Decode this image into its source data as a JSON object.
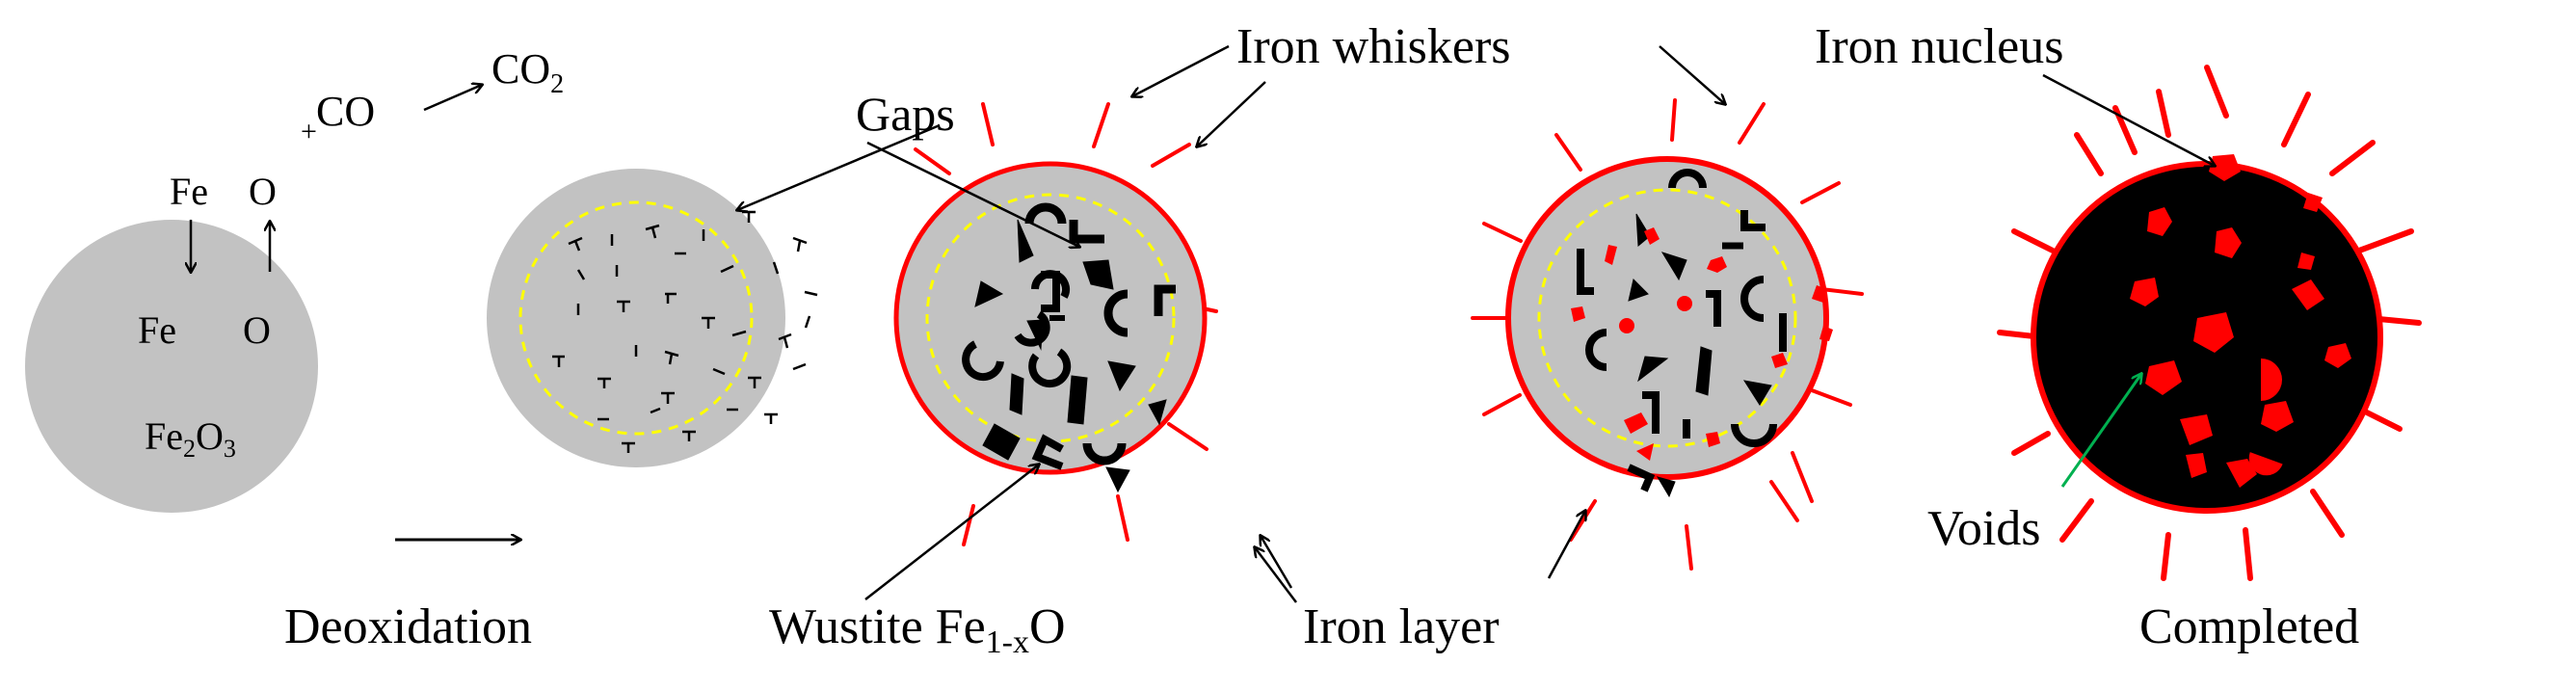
{
  "colors": {
    "oxide_gray": "#c2c2c2",
    "iron_red": "#ff0000",
    "interface_yellow": "#ffff00",
    "arrow_black": "#000000",
    "void_arrow_green": "#00b050",
    "core_black": "#000000"
  },
  "labels": {
    "co": "CO",
    "co2": "CO",
    "co2_sub": "2",
    "fe_top": "Fe",
    "o_top": "O",
    "fe_bottom": "Fe",
    "o_bottom": "O",
    "fe2o3_fe": "Fe",
    "fe2o3_sub1": "2",
    "fe2o3_o": "O",
    "fe2o3_sub2": "3",
    "gaps": "Gaps",
    "iron_whiskers": "Iron whiskers",
    "iron_nucleus": "Iron nucleus",
    "deoxidation": "Deoxidation",
    "wustite": "Wustite Fe",
    "wustite_sub": "1-x",
    "wustite_o": "O",
    "iron_layer": "Iron layer",
    "voids": "Voids",
    "completed": "Completed"
  },
  "stages": [
    {
      "name": "Fe2O3 particle",
      "fill": "#c2c2c2",
      "rim": "none"
    },
    {
      "name": "Deoxidation",
      "fill": "#c2c2c2",
      "rim": "none"
    },
    {
      "name": "Wustite with iron layer",
      "fill": "#c2c2c2",
      "rim": "#ff0000"
    },
    {
      "name": "Iron nuclei forming",
      "fill": "#c2c2c2",
      "rim": "#ff0000"
    },
    {
      "name": "Completed",
      "fill": "#000000",
      "rim": "#ff0000"
    }
  ]
}
